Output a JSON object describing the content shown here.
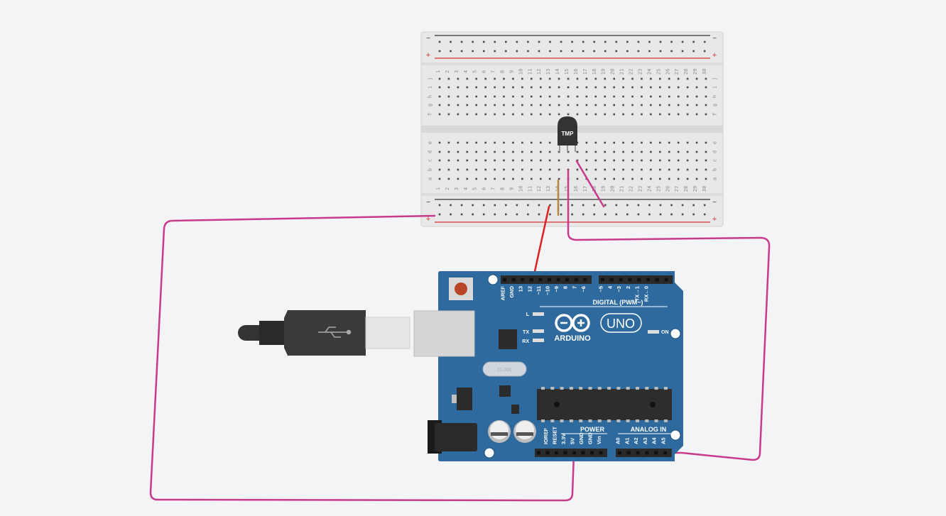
{
  "breadboard": {
    "row_letters_top": [
      "j",
      "i",
      "h",
      "g",
      "f"
    ],
    "row_letters_bottom": [
      "e",
      "d",
      "c",
      "b",
      "a"
    ],
    "columns": 30,
    "rail_minus": "−",
    "rail_plus": "+"
  },
  "sensor": {
    "label": "TMP"
  },
  "arduino": {
    "brand": "ARDUINO",
    "model": "UNO",
    "digital_header": "DIGITAL (PWM~)",
    "power_header": "POWER",
    "analog_header": "ANALOG IN",
    "led_labels": [
      "L",
      "TX",
      "RX"
    ],
    "on_label": "ON",
    "digital_pins": [
      "AREF",
      "GND",
      "13",
      "12",
      "~11",
      "~10",
      "~9",
      "8",
      "7",
      "~6",
      "~5",
      "4",
      "~3",
      "2",
      "TX→1",
      "RX←0"
    ],
    "power_pins": [
      "IOREF",
      "RESET",
      "3.3V",
      "5V",
      "GND",
      "GND",
      "Vin"
    ],
    "analog_pins": [
      "A0",
      "A1",
      "A2",
      "A3",
      "A4",
      "A5"
    ],
    "crystal_label": "16.000"
  },
  "colors": {
    "background": "#f3f4f6",
    "board_blue": "#2e6a9e",
    "wire_magenta": "#c83a8c",
    "wire_red": "#e02020",
    "rail_red": "#d43030",
    "rail_dark": "#333333"
  }
}
